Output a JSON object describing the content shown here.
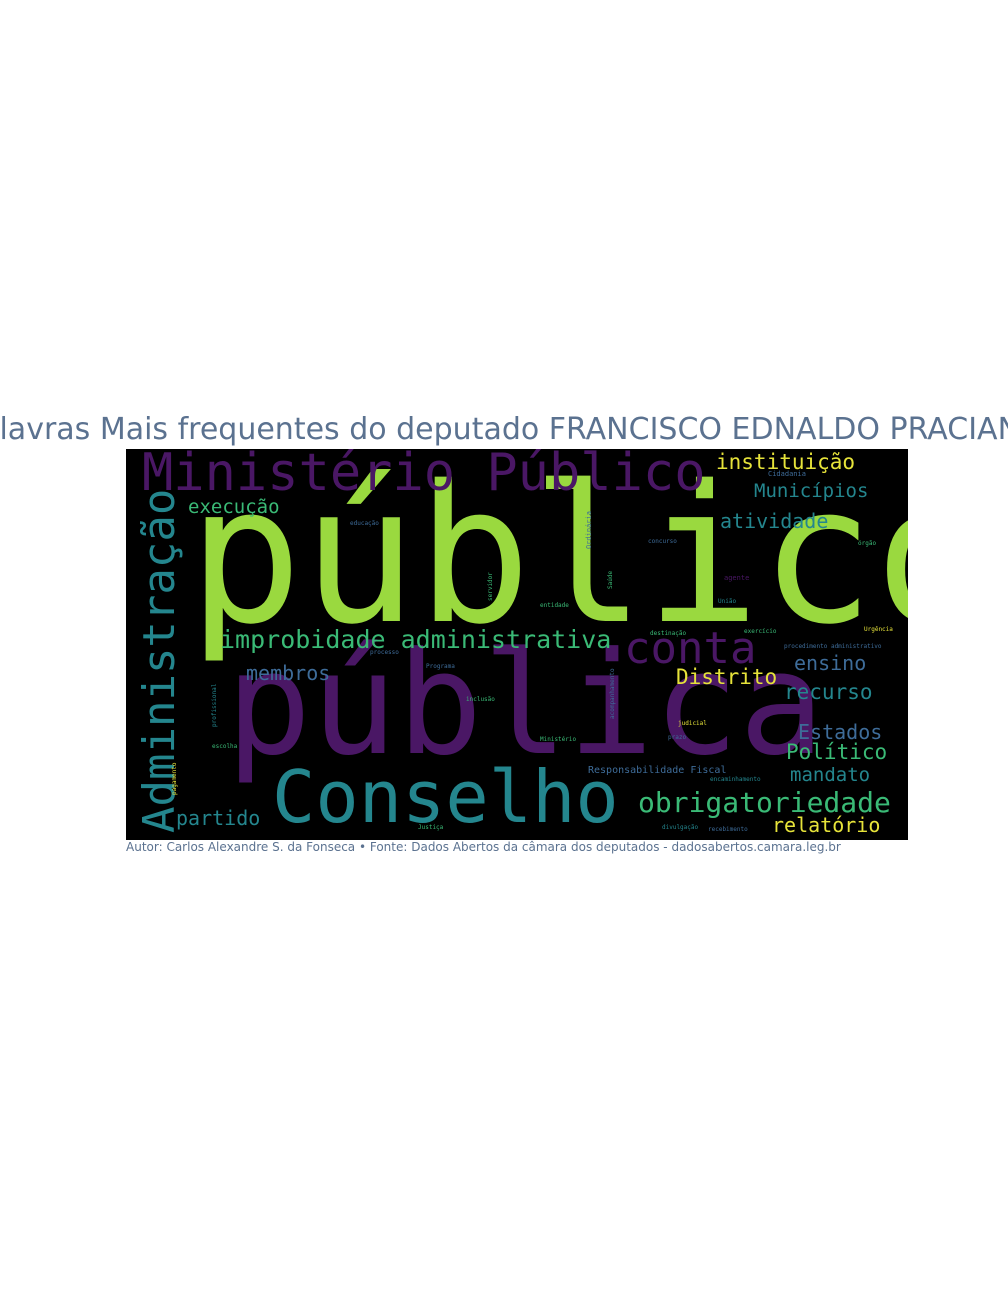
{
  "title": "Palavras Mais frequentes do deputado FRANCISCO EDNALDO PRACIANO",
  "credit": "Autor: Carlos Alexandre S. da Fonseca • Fonte: Dados Abertos da câmara dos deputados - dadosabertos.camara.leg.br",
  "colors": {
    "title": "#5b7290",
    "background": "#000000",
    "lime": "#9ad93f",
    "purple": "#4a1765",
    "teal": "#24868e",
    "green": "#3aba76",
    "yellow": "#e6e33a",
    "blue": "#3e6c99"
  },
  "words": {
    "publico": "público",
    "publica": "pública",
    "conselho": "Conselho",
    "ministerio_publico": "Ministério Público",
    "administracao": "Administração",
    "improbidade": "improbidade administrativa",
    "conta": "conta",
    "obrigatoriedade": "obrigatoriedade",
    "instituicao": "instituição",
    "municipios": "Municípios",
    "atividade": "atividade",
    "execucao": "execução",
    "membros": "membros",
    "distrito": "Distrito",
    "ensino": "ensino",
    "recurso": "recurso",
    "estados": "Estados",
    "politico": "Político",
    "mandato": "mandato",
    "partido": "partido",
    "relatorio": "relatório",
    "responsabilidade_fiscal": "Responsabilidade Fiscal",
    "educacao": "educação",
    "ordinaria": "Ordinária",
    "concurso": "concurso",
    "orgao": "órgão",
    "servidor": "servidor",
    "saude": "Saúde",
    "agente": "agente",
    "entidade": "entidade",
    "uniao": "União",
    "destinacao": "destinação",
    "exercicio": "exercício",
    "urgencia": "Urgência",
    "procedimento_administrativo": "procedimento administrativo",
    "processo": "processo",
    "programa": "Programa",
    "profissional": "profissional",
    "acompanhamento": "acompanhamento",
    "inclusao": "inclusão",
    "judicial": "judicial",
    "prazo": "prazo",
    "escolha": "escolha",
    "ministerio": "Ministério",
    "pagamento": "pagamento",
    "encaminhamento": "encaminhamento",
    "justica": "Justiça",
    "divulgacao": "divulgação",
    "recebimento": "recebimento",
    "cidadania": "Cidadania"
  }
}
